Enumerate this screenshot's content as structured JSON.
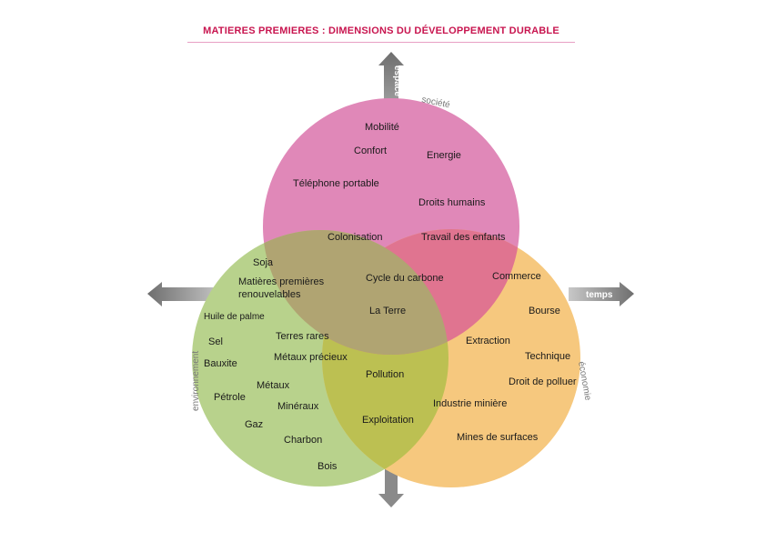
{
  "title": "MATIERES PREMIERES : DIMENSIONS DU DÉVELOPPEMENT DURABLE",
  "axes": {
    "up": "espace",
    "right": "temps"
  },
  "dimensions": {
    "society": "société",
    "environment": "environnement",
    "economy": "économie"
  },
  "colors": {
    "society": "#e088b8",
    "environment": "#b8d28c",
    "economy": "#f6c87e",
    "society_environment": "#b0a472",
    "society_economy": "#e07490",
    "environment_economy": "#bcc052",
    "center": "#b0a472",
    "title": "#c8154f"
  },
  "terms": {
    "mobilite": "Mobilité",
    "confort": "Confort",
    "energie": "Energie",
    "telephone": "Téléphone portable",
    "droits": "Droits humains",
    "colonisation": "Colonisation",
    "travail": "Travail des enfants",
    "soja": "Soja",
    "mp1": "Matières premières",
    "mp2": "renouvelables",
    "cycle": "Cycle du carbone",
    "commerce": "Commerce",
    "terre": "La Terre",
    "huile": "Huile de palme",
    "sel": "Sel",
    "terres_rares": "Terres rares",
    "metaux_precieux": "Métaux précieux",
    "bauxite": "Bauxite",
    "metaux": "Métaux",
    "petrole": "Pétrole",
    "mineraux": "Minéraux",
    "gaz": "Gaz",
    "charbon": "Charbon",
    "bois": "Bois",
    "pollution": "Pollution",
    "exploitation": "Exploitation",
    "extraction": "Extraction",
    "bourse": "Bourse",
    "technique": "Technique",
    "droit_polluer": "Droit de polluer",
    "industrie": "Industrie minière",
    "mines": "Mines de surfaces"
  }
}
